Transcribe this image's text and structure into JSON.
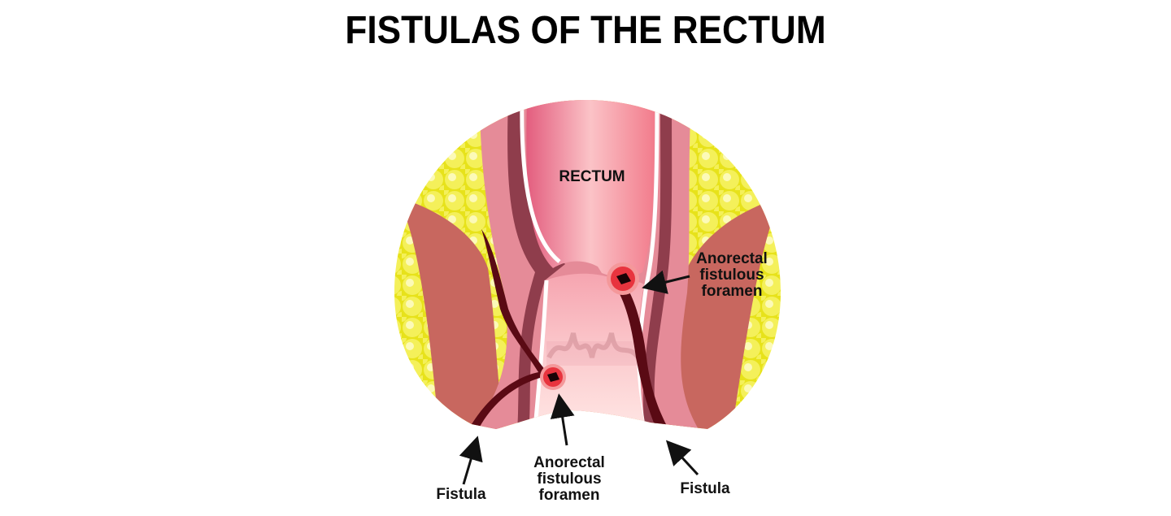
{
  "title": "FISTULAS OF THE RECTUM",
  "labels": {
    "rectum": "RECTUM",
    "foramen_right": "Anorectal\nfistulous\nforamen",
    "foramen_bottom": "Anorectal\nfistulous\nforamen",
    "fistula_left": "Fistula",
    "fistula_right": "Fistula"
  },
  "colors": {
    "fat": "#f2ee22",
    "muscle": "#c9665f",
    "wall_pink": "#e48a98",
    "lumen": "#e8607e",
    "lumen_light": "#fbc6c6",
    "fistula": "#5a0a12",
    "foramen": "#e83a44"
  }
}
